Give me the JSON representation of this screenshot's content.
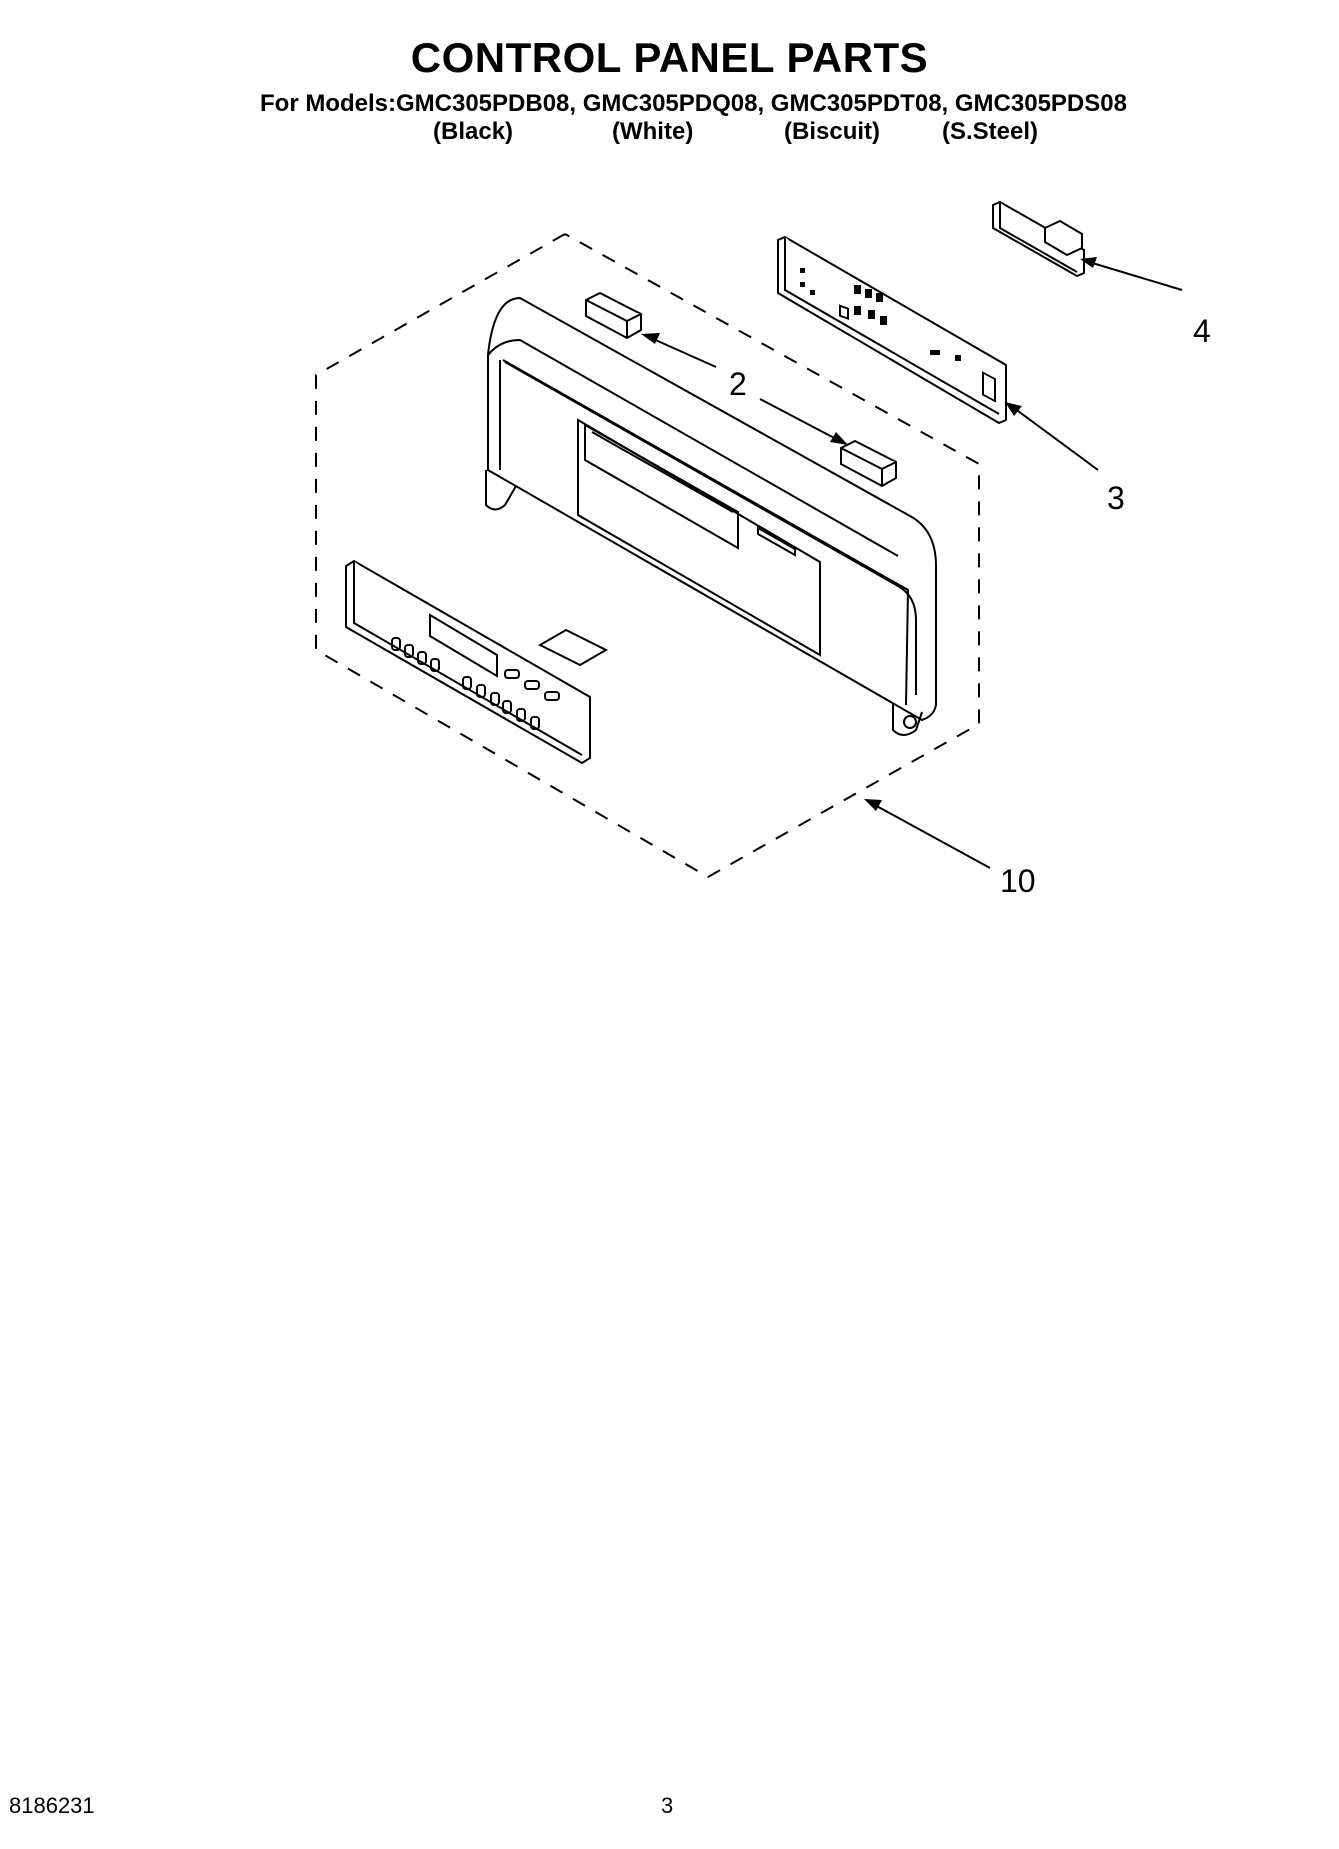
{
  "header": {
    "title": "CONTROL PANEL PARTS",
    "models_line": "For Models:GMC305PDB08, GMC305PDQ08, GMC305PDT08, GMC305PDS08",
    "finishes": [
      "(Black)",
      "(White)",
      "(Biscuit)",
      "(S.Steel)"
    ]
  },
  "callouts": {
    "part_2": "2",
    "part_3": "3",
    "part_4": "4",
    "part_10": "10"
  },
  "footer": {
    "doc_number": "8186231",
    "page_number": "3"
  }
}
